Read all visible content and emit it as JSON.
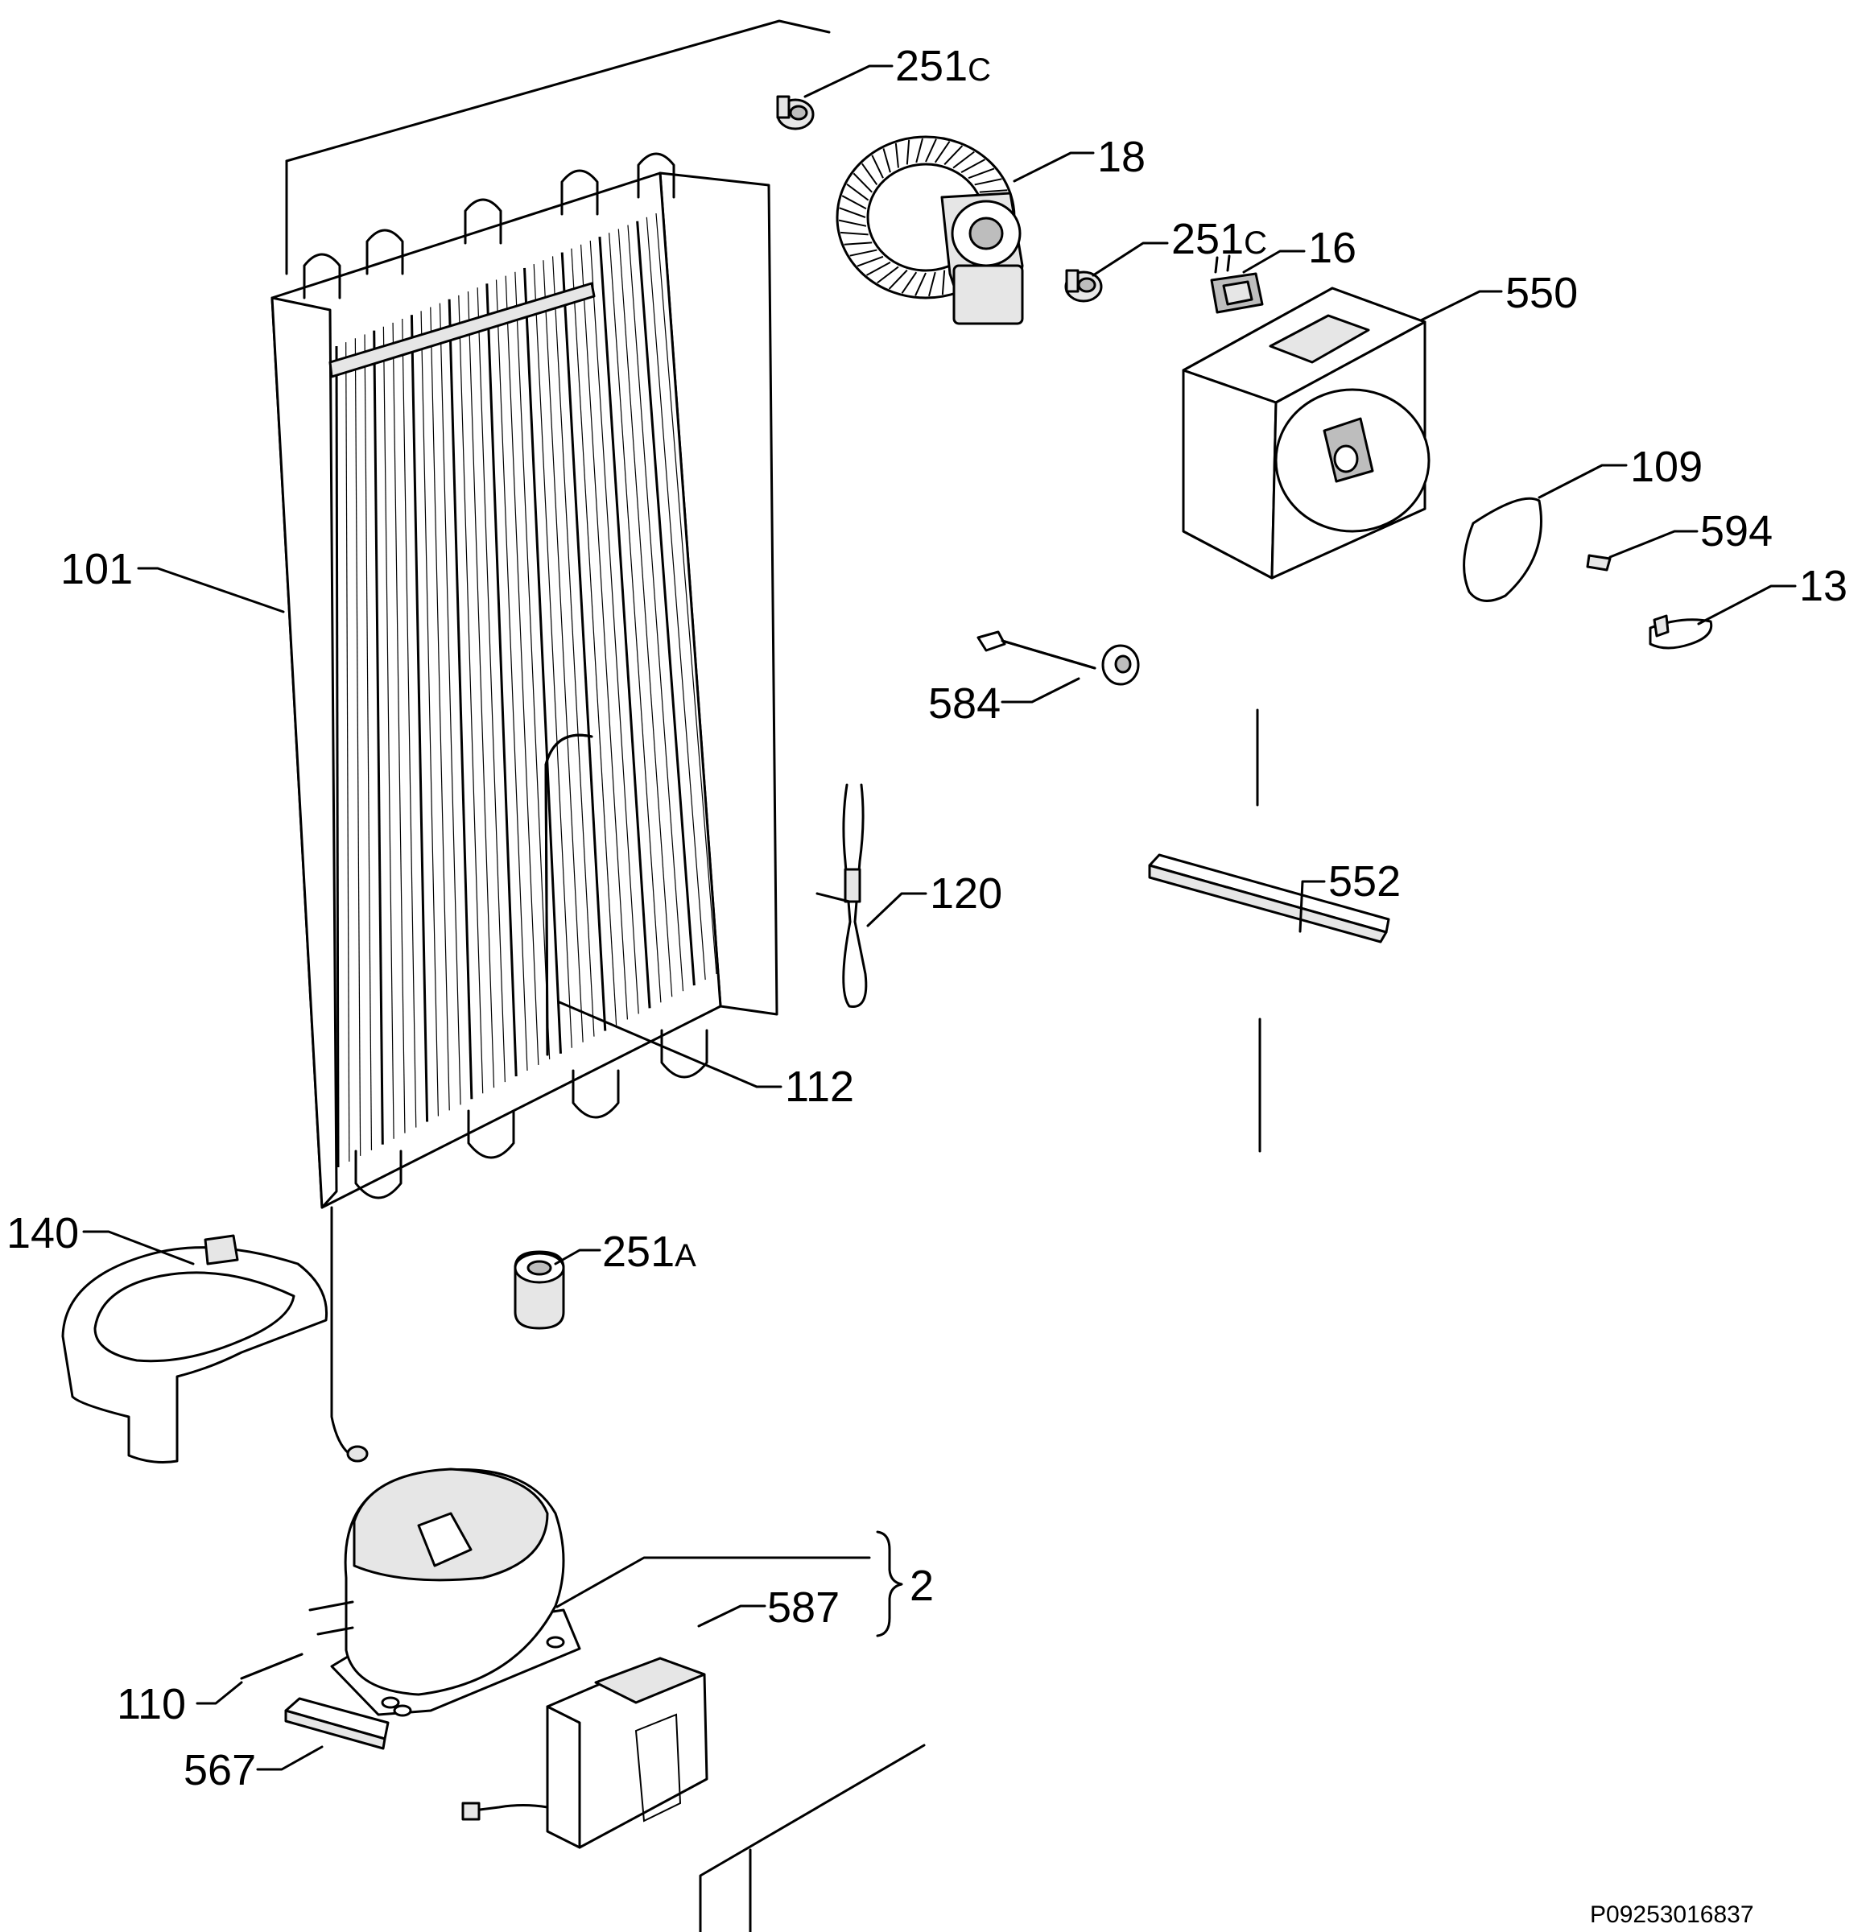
{
  "labels": {
    "p251c_top": {
      "num": "251",
      "suffix": "C"
    },
    "p18": "18",
    "p251c_mid": {
      "num": "251",
      "suffix": "C"
    },
    "p16": "16",
    "p550": "550",
    "p109": "109",
    "p594": "594",
    "p13": "13",
    "p101": "101",
    "p584": "584",
    "p120": "120",
    "p552": "552",
    "p112": "112",
    "p140": "140",
    "p251a": {
      "num": "251",
      "suffix": "A"
    },
    "p2": "2",
    "p587": "587",
    "p110": "110",
    "p567": "567"
  },
  "document_id": "P09253016837"
}
